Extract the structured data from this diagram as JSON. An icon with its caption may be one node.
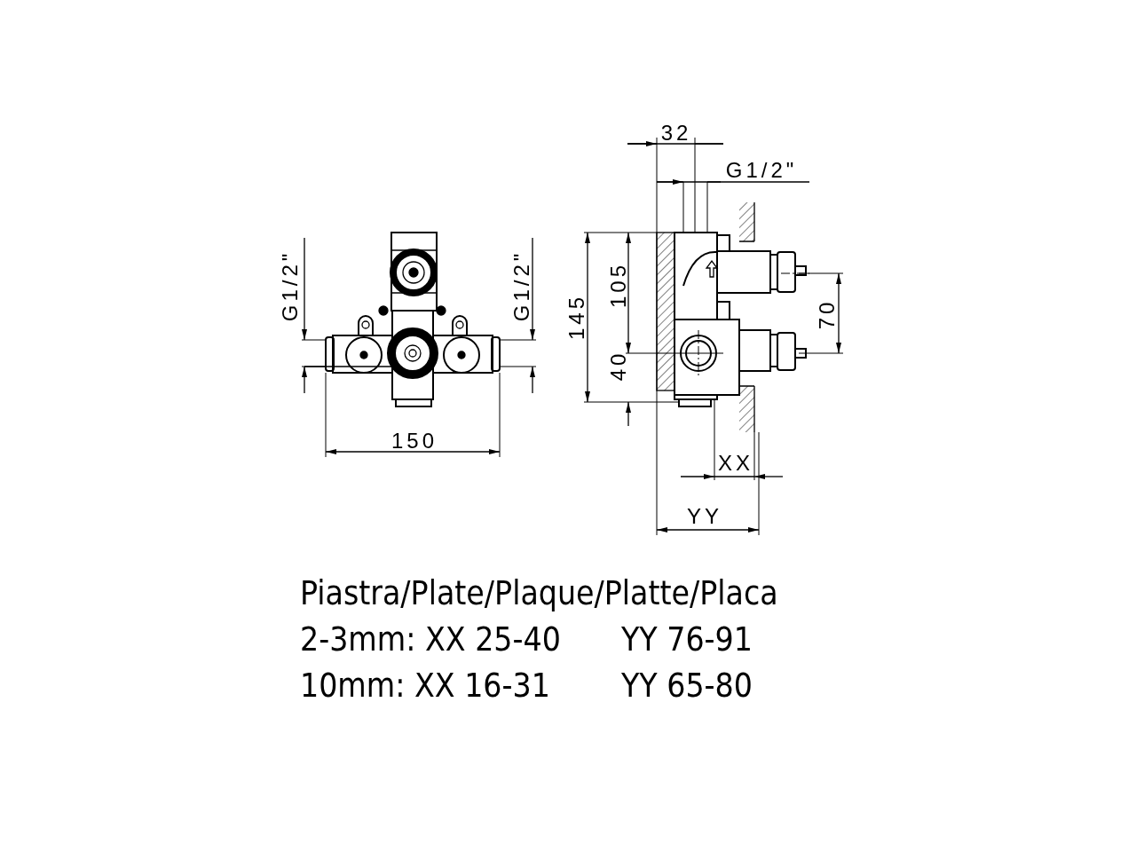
{
  "diagram": {
    "labels": [
      "32",
      "G1/2\"",
      "G1/2\"",
      "G1/2\"",
      "145",
      "105",
      "70",
      "40",
      "150",
      "XX",
      "YY",
      "Piastra/Plate/Plaque/Platte/Placa",
      "2-3mm: XX 25-40",
      "YY 76-91",
      "10mm: XX 16-31",
      "YY 65-80"
    ]
  }
}
